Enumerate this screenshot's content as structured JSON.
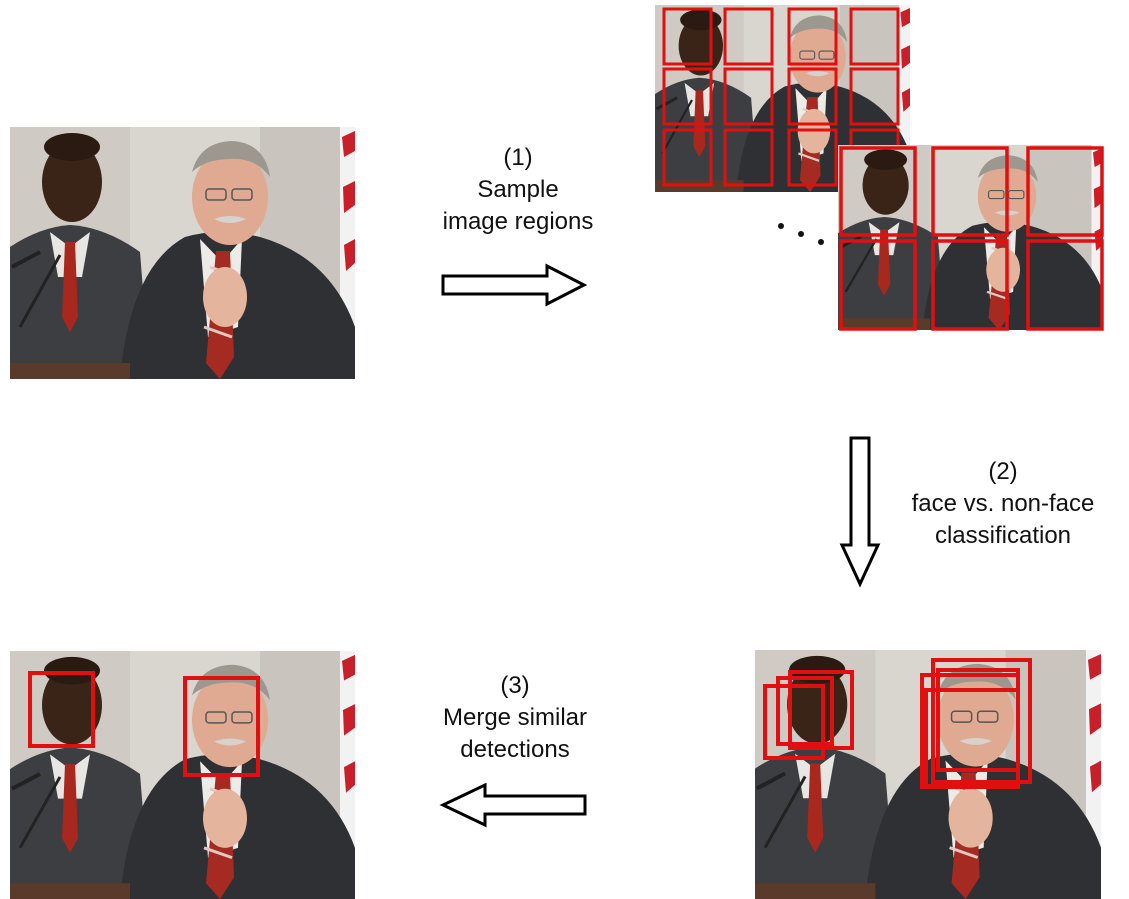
{
  "steps": [
    {
      "number": "(1)",
      "line1": "Sample",
      "line2": "image regions"
    },
    {
      "number": "(2)",
      "line1": "face vs. non-face",
      "line2": "classification"
    },
    {
      "number": "(3)",
      "line1": "Merge similar",
      "line2": "detections"
    }
  ],
  "colors": {
    "detection_box": "#e01010",
    "arrow_stroke": "#000000",
    "arrow_fill": "#ffffff",
    "background": "#ffffff"
  },
  "icons": [
    "arrow-right-icon",
    "arrow-down-icon",
    "arrow-left-icon",
    "ellipsis-icon"
  ]
}
